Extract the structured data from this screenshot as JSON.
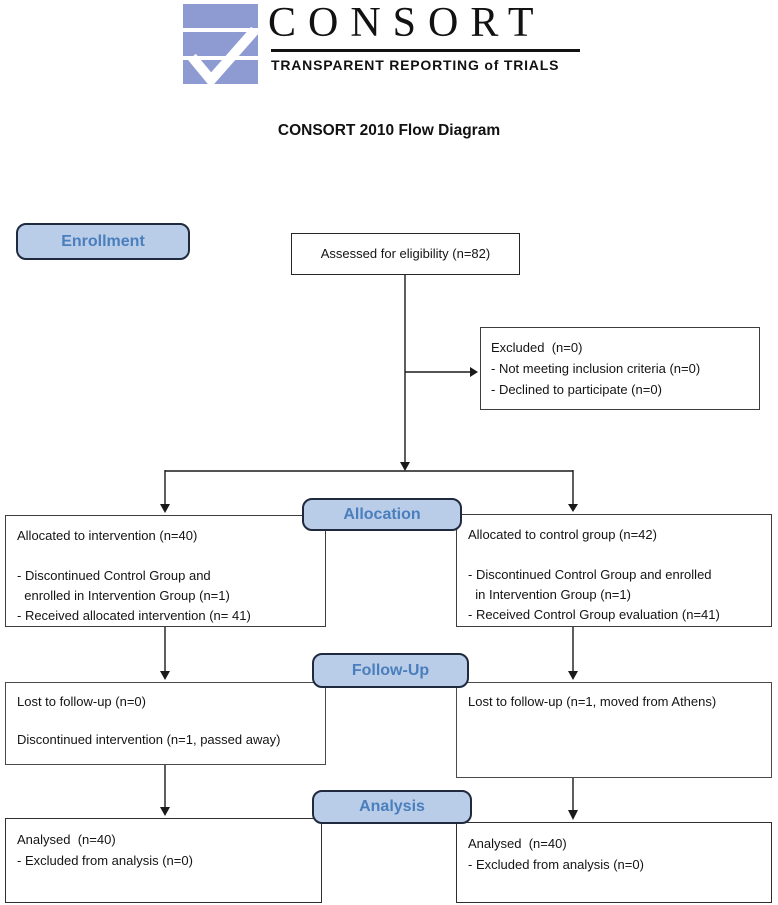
{
  "logo": {
    "wordmark": "CONSORT",
    "tagline": "TRANSPARENT REPORTING of TRIALS"
  },
  "title": "CONSORT 2010 Flow Diagram",
  "stages": {
    "enrollment": "Enrollment",
    "allocation": "Allocation",
    "followup": "Follow-Up",
    "analysis": "Analysis"
  },
  "colors": {
    "badge_fill": "#b9cde8",
    "badge_text": "#4a7ebc",
    "logo_blue": "#8e9bd3"
  },
  "boxes": {
    "assessed": {
      "lines": [
        "Assessed for eligibility (n=82)"
      ]
    },
    "excluded": {
      "lines": [
        "Excluded  (n=0)",
        "- Not meeting inclusion criteria (n=0)",
        "- Declined to participate (n=0)"
      ]
    },
    "allocation_intervention": {
      "lines": [
        "Allocated to intervention (n=40)",
        "",
        "- Discontinued Control Group and",
        "  enrolled in Intervention Group (n=1)",
        "- Received allocated intervention (n= 41)"
      ]
    },
    "allocation_control": {
      "lines": [
        "Allocated to control group (n=42)",
        "",
        "- Discontinued Control Group and enrolled",
        "  in Intervention Group (n=1)",
        "- Received Control Group evaluation (n=41)"
      ]
    },
    "followup_intervention": {
      "lines": [
        "Lost to follow-up (n=0)",
        "",
        "Discontinued intervention (n=1, passed away)"
      ]
    },
    "followup_control": {
      "lines": [
        "Lost to follow-up (n=1, moved from Athens)"
      ]
    },
    "analysis_intervention": {
      "lines": [
        "Analysed  (n=40)",
        "- Excluded from analysis (n=0)"
      ]
    },
    "analysis_control": {
      "lines": [
        "Analysed  (n=40)",
        "- Excluded from analysis (n=0)"
      ]
    }
  }
}
